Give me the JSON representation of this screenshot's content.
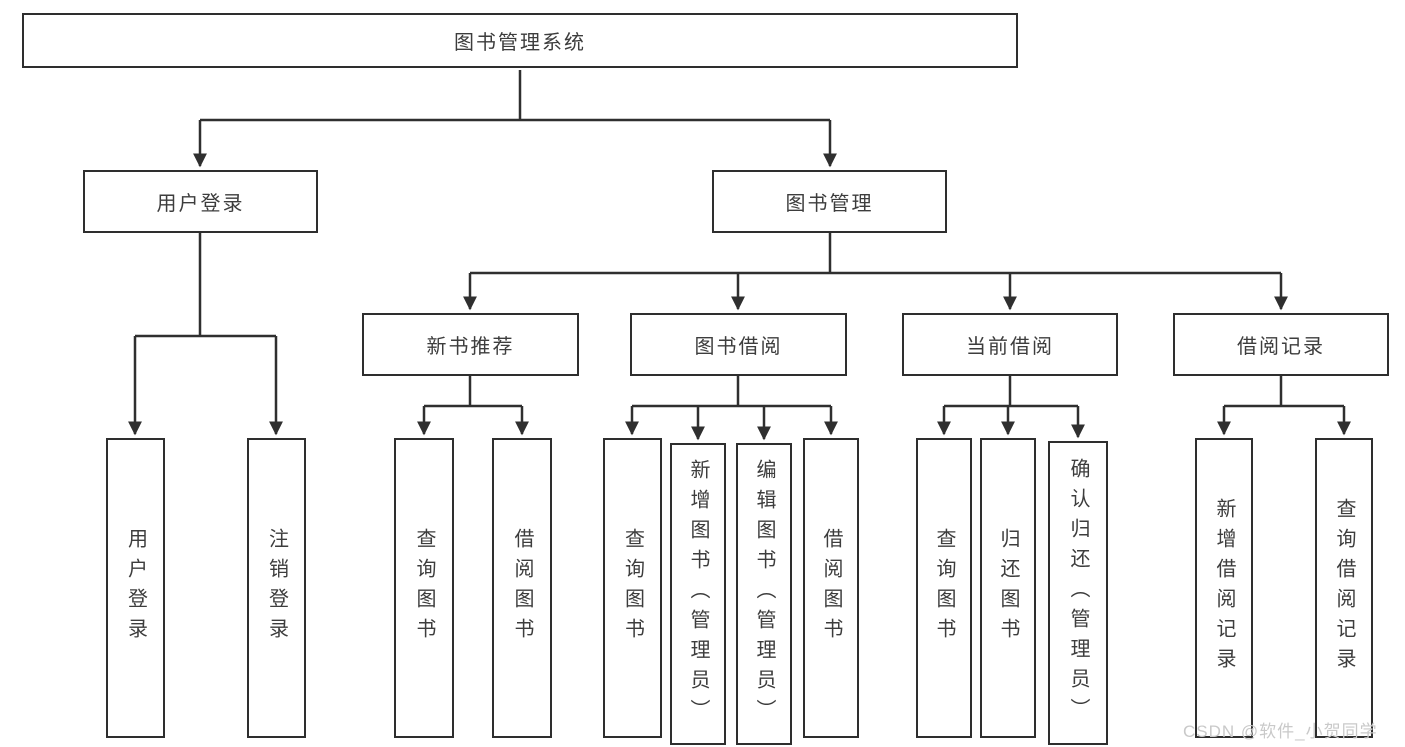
{
  "diagram": {
    "root": {
      "label": "图书管理系统"
    },
    "level2": [
      {
        "label": "用户登录"
      },
      {
        "label": "图书管理"
      }
    ],
    "level3": [
      {
        "label": "新书推荐"
      },
      {
        "label": "图书借阅"
      },
      {
        "label": "当前借阅"
      },
      {
        "label": "借阅记录"
      }
    ],
    "leaves": {
      "user_login": [
        {
          "label": "用户登录"
        },
        {
          "label": "注销登录"
        }
      ],
      "new_books": [
        {
          "label": "查询图书"
        },
        {
          "label": "借阅图书"
        }
      ],
      "book_borrow": [
        {
          "label": "查询图书"
        },
        {
          "label": "新增图书（管理员）"
        },
        {
          "label": "编辑图书（管理员）"
        },
        {
          "label": "借阅图书"
        }
      ],
      "current_borrow": [
        {
          "label": "查询图书"
        },
        {
          "label": "归还图书"
        },
        {
          "label": "确认归还（管理员）"
        }
      ],
      "borrow_records": [
        {
          "label": "新增借阅记录"
        },
        {
          "label": "查询借阅记录"
        }
      ]
    },
    "watermark": "CSDN @软件_小贺同学",
    "colors": {
      "line": "#2f2f2f",
      "text": "#3d3d3d",
      "box_background": "#ffffff",
      "watermark": "#c9c9c9"
    }
  }
}
